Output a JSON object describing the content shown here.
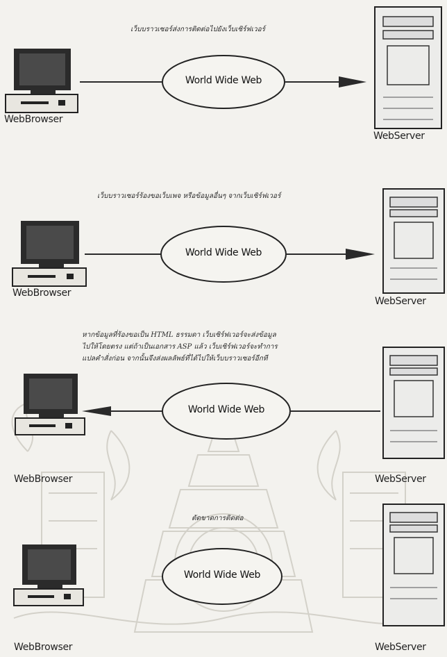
{
  "panels": [
    {
      "caption_lines": [
        "เว็บบราวเซอร์ส่งการติดต่อไปยังเว็บเซิร์ฟเวอร์"
      ],
      "network_label": "World Wide Web",
      "client_label": "WebBrowser",
      "server_label": "WebServer",
      "direction": "to-server"
    },
    {
      "caption_lines": [
        "เว็บบราวเซอร์ร้องขอเว็บเพจ หรือข้อมูลอื่นๆ จากเว็บเซิร์ฟเวอร์"
      ],
      "network_label": "World Wide Web",
      "client_label": "WebBrowser",
      "server_label": "WebServer",
      "direction": "to-server"
    },
    {
      "caption_lines": [
        "หากข้อมูลที่ร้องขอเป็น HTML ธรรมดา เว็บเซิร์ฟเวอร์จะส่งข้อมูล",
        "ไปให้โดยตรง แต่ถ้าเป็นเอกสาร ASP แล้ว เว็บเซิร์ฟเวอร์จะทำการ",
        "แปลคำสั่งก่อน จากนั้นจึงส่งผลลัพธ์ที่ได้ไปให้เว็บบราวเซอร์อีกที"
      ],
      "network_label": "World Wide Web",
      "client_label": "WebBrowser",
      "server_label": "WebServer",
      "direction": "to-client"
    },
    {
      "caption_lines": [
        "ตัดขาดการติดต่อ"
      ],
      "network_label": "World Wide Web",
      "client_label": "WebBrowser",
      "server_label": "WebServer",
      "direction": "none"
    }
  ]
}
